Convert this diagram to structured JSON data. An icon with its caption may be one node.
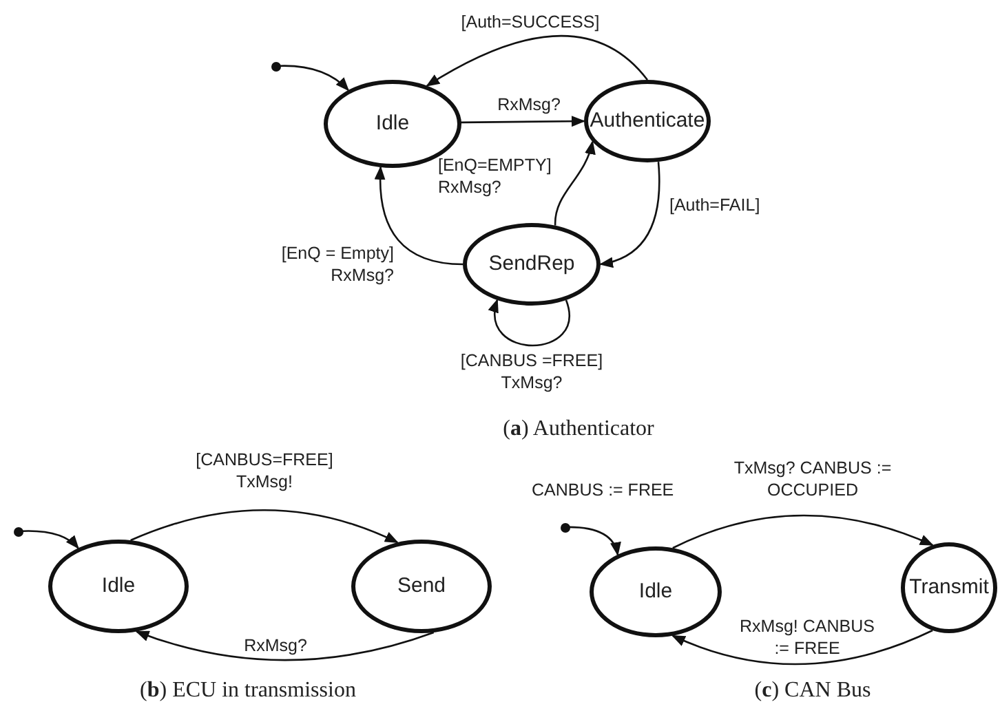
{
  "diagram": {
    "nodes": [
      {
        "text": [],
        "shape": "circle"
      },
      {
        "text": [
          "Idle"
        ]
      },
      {
        "text": [
          "Authenticate"
        ]
      },
      {
        "text": [
          "SendRep"
        ]
      },
      {
        "text": [],
        "shape": "circle"
      },
      {
        "text": [
          "Idle"
        ]
      },
      {
        "text": [
          "Send"
        ]
      },
      {
        "text": [],
        "shape": "circle"
      },
      {
        "text": [
          "Idle"
        ]
      },
      {
        "text": [
          "Transmit"
        ]
      }
    ],
    "edges": [
      {
        "from": 0,
        "to": 1,
        "arrow": "to"
      },
      {
        "from": 2,
        "to": 1,
        "arrow": "to",
        "label": "[Auth=SUCCESS]"
      },
      {
        "from": 1,
        "to": 2,
        "arrow": "to",
        "label": "RxMsg?"
      },
      {
        "from": 3,
        "to": 2,
        "arrow": "to",
        "label": "[EnQ=EMPTY] RxMsg?"
      },
      {
        "from": 2,
        "to": 3,
        "arrow": "to",
        "label": "[Auth=FAIL]"
      },
      {
        "from": 3,
        "to": 1,
        "arrow": "to",
        "label": "[EnQ = Empty] RxMsg?"
      },
      {
        "from": 3,
        "to": 3,
        "arrow": "to",
        "label": "[CANBUS =FREE] TxMsg?"
      },
      {
        "from": 4,
        "to": 5,
        "arrow": "to"
      },
      {
        "from": 5,
        "to": 6,
        "arrow": "to",
        "label": "[CANBUS=FREE] TxMsg!"
      },
      {
        "from": 6,
        "to": 5,
        "arrow": "to",
        "label": "RxMsg?"
      },
      {
        "from": 7,
        "to": 8,
        "arrow": "to",
        "label": "CANBUS := FREE"
      },
      {
        "from": 8,
        "to": 9,
        "arrow": "to",
        "label": "TxMsg? CANBUS := OCCUPIED"
      },
      {
        "from": 9,
        "to": 8,
        "arrow": "to",
        "label": "RxMsg! CANBUS := FREE"
      }
    ],
    "labels": [
      "(**a**) Authenticator",
      "(**b**) ECU in transmission",
      "(**c**) CAN Bus"
    ]
  }
}
